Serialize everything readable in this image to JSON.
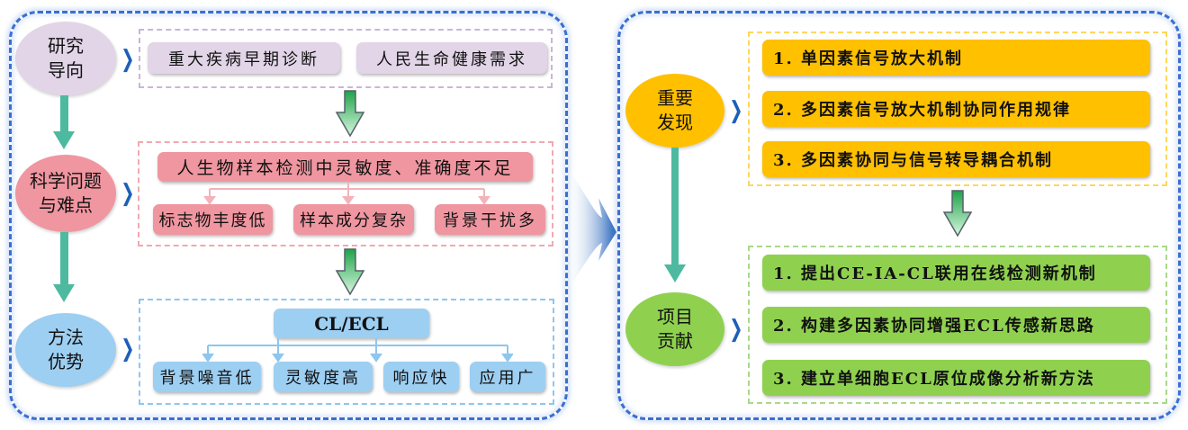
{
  "colors": {
    "panel_border": "#3a6fd0",
    "purple_fill": "#e1d5e7",
    "purple_dash": "#c9b6d6",
    "pink_fill": "#ef96a0",
    "pink_dash": "#f2a8b2",
    "blue_fill": "#9dcff2",
    "blue_dash": "#8dc6ee",
    "orange_fill": "#ffc000",
    "orange_dash": "#ffd75a",
    "green_fill": "#8fd14f",
    "green_dash": "#a9d98a",
    "teal_arrow": "#4dbaa0",
    "chevron": "#1e5fb8"
  },
  "left_panel": {
    "research_orientation": {
      "label": "研究\n导向",
      "items": [
        "重大疾病早期诊断",
        "人民生命健康需求"
      ]
    },
    "scientific_problems": {
      "label": "科学问题\n与难点",
      "main": "人生物样本检测中灵敏度、准确度不足",
      "items": [
        "标志物丰度低",
        "样本成分复杂",
        "背景干扰多"
      ]
    },
    "method_advantages": {
      "label": "方法\n优势",
      "main": "CL/ECL",
      "items": [
        "背景噪音低",
        "灵敏度高",
        "响应快",
        "应用广"
      ]
    }
  },
  "right_panel": {
    "key_findings": {
      "label": "重要\n发现",
      "items": [
        "1. 单因素信号放大机制",
        "2. 多因素信号放大机制协同作用规律",
        "3. 多因素协同与信号转导耦合机制"
      ]
    },
    "project_contributions": {
      "label": "项目\n贡献",
      "items": [
        "1. 提出CE-IA-CL联用在线检测新机制",
        "2. 构建多因素协同增强ECL传感新思路",
        "3. 建立单细胞ECL原位成像分析新方法"
      ]
    }
  }
}
